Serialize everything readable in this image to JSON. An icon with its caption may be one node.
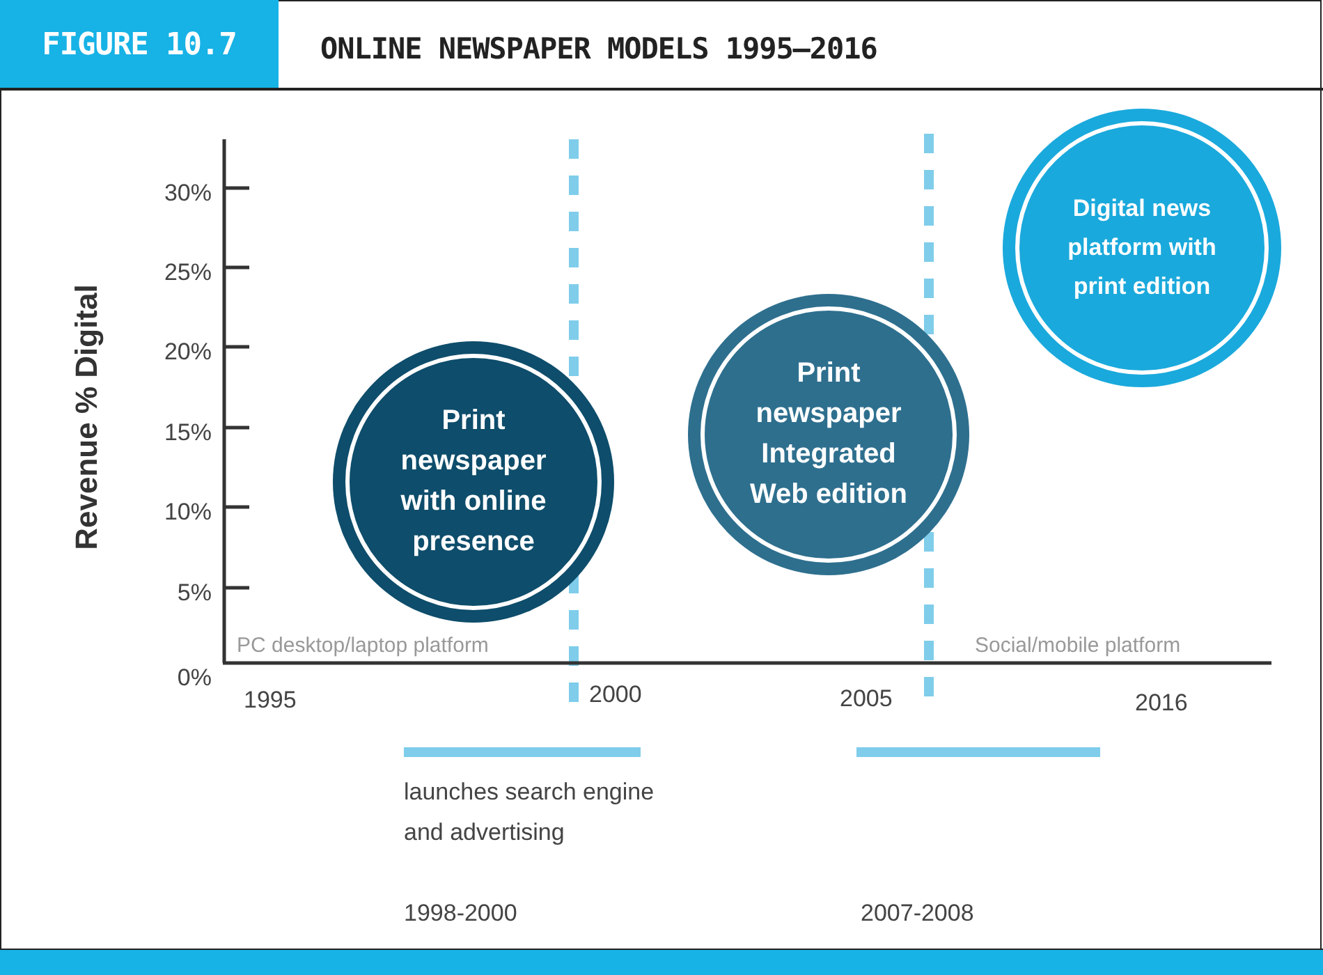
{
  "diagram": {
    "title": "ONLINE NEWSPAPER MODELS 1995–2016",
    "nodes": [
      {
        "text": [
          "Print newspaper with online presence"
        ]
      },
      {
        "text": [
          "Print newspaper Integrated Web edition"
        ]
      },
      {
        "text": [
          "Digital news platform with print edition"
        ]
      }
    ],
    "labels": [
      "FIGURE 10.7",
      "Revenue % Digital",
      "30%",
      "25%",
      "20%",
      "15%",
      "10%",
      "5%",
      "0%",
      "PC desktop/laptop platform",
      "Social/mobile platform",
      "1995",
      "2000",
      "2005",
      "2016",
      "launches search engine and advertising",
      "1998-2000",
      "2007-2008"
    ]
  }
}
